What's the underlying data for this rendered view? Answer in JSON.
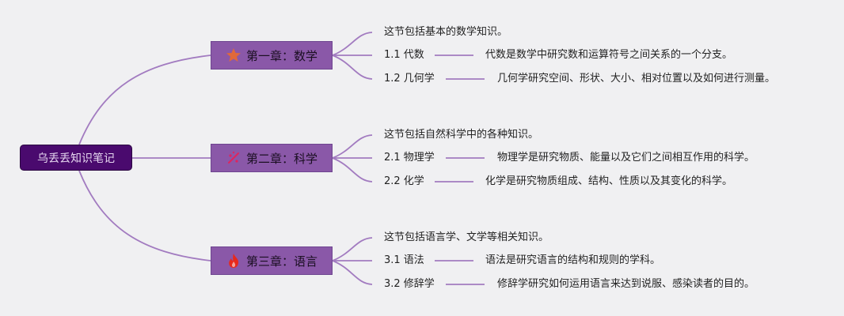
{
  "root": {
    "label": "乌丢丢知识笔记"
  },
  "chapters": [
    {
      "label": "第一章：数学",
      "icon": "star-icon",
      "intro": "这节包括基本的数学知识。",
      "topics": [
        {
          "title": "1.1 代数",
          "desc": "代数是数学中研究数和运算符号之间关系的一个分支。"
        },
        {
          "title": "1.2 几何学",
          "desc": "几何学研究空间、形状、大小、相对位置以及如何进行测量。"
        }
      ]
    },
    {
      "label": "第二章：科学",
      "icon": "sparkle-icon",
      "intro": "这节包括自然科学中的各种知识。",
      "topics": [
        {
          "title": "2.1 物理学",
          "desc": "物理学是研究物质、能量以及它们之间相互作用的科学。"
        },
        {
          "title": "2.2 化学",
          "desc": "化学是研究物质组成、结构、性质以及其变化的科学。"
        }
      ]
    },
    {
      "label": "第三章：语言",
      "icon": "flame-icon",
      "intro": "这节包括语言学、文学等相关知识。",
      "topics": [
        {
          "title": "3.1 语法",
          "desc": "语法是研究语言的结构和规则的学科。"
        },
        {
          "title": "3.2 修辞学",
          "desc": "修辞学研究如何运用语言来达到说服、感染读者的目的。"
        }
      ]
    }
  ],
  "colors": {
    "edge": "#a27bc0",
    "root_bg": "#4a0a6e",
    "chapter_bg": "#8a58a8",
    "star": "#e0693a",
    "sparkle": "#e0245e",
    "flame": "#e8291c"
  }
}
